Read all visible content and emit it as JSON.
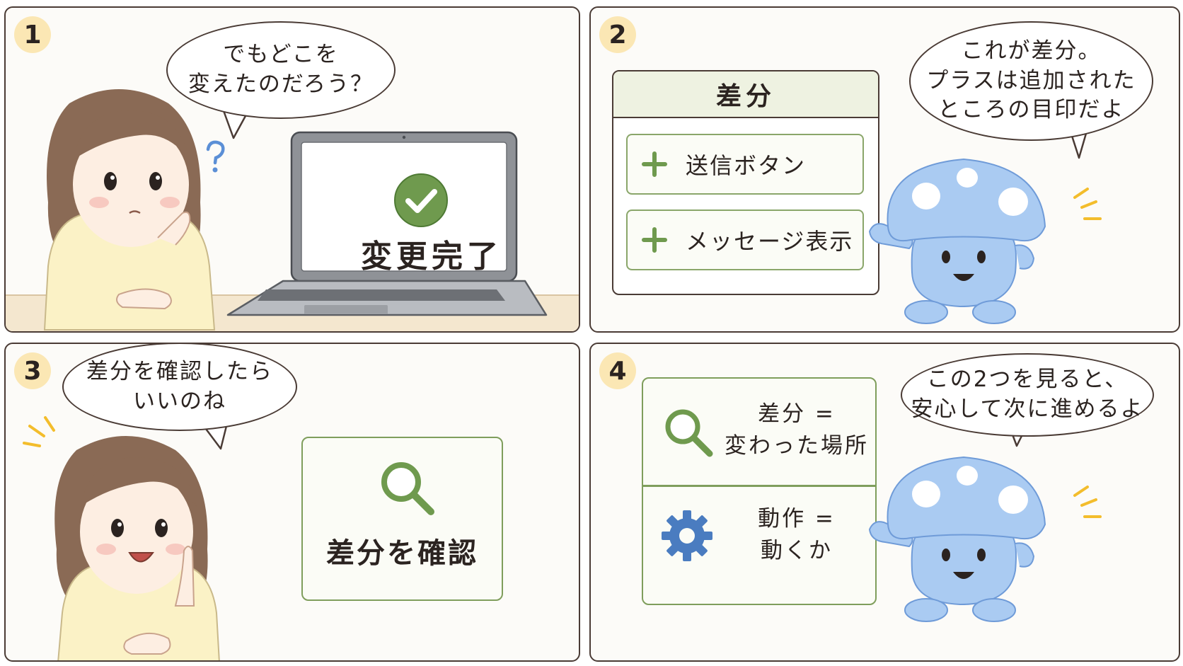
{
  "colors": {
    "panel_border": "#4a3b35",
    "number_badge": "#fbe7b4",
    "accent_green": "#6f9a4e",
    "mascot_blue": "#aacbf2",
    "gear_blue": "#4a7cc0",
    "hair_brown": "#8a6a55",
    "sweater_yellow": "#fbf2c6"
  },
  "panels": [
    {
      "number": "1",
      "bubble": [
        "でもどこを",
        "変えたのだろう？"
      ],
      "laptop_screen_text": "変更完了",
      "icons": [
        "question-mark-icon",
        "check-circle-icon"
      ]
    },
    {
      "number": "2",
      "bubble": [
        "これが差分。",
        "プラスは追加された",
        "ところの目印だよ"
      ],
      "diff_card": {
        "title": "差分",
        "rows": [
          {
            "icon": "plus-icon",
            "label": "送信ボタン"
          },
          {
            "icon": "plus-icon",
            "label": "メッセージ表示"
          }
        ]
      }
    },
    {
      "number": "3",
      "bubble": [
        "差分を確認したら",
        "いいのね"
      ],
      "card_label": "差分を確認",
      "icons": [
        "magnifier-icon"
      ]
    },
    {
      "number": "4",
      "bubble": [
        "この2つを見ると、",
        "安心して次に進めるよ"
      ],
      "summary": [
        {
          "icon": "magnifier-icon",
          "lines": [
            "差分 =",
            "変わった場所"
          ]
        },
        {
          "icon": "gear-icon",
          "lines": [
            "動作 =",
            "動くか"
          ]
        }
      ]
    }
  ]
}
